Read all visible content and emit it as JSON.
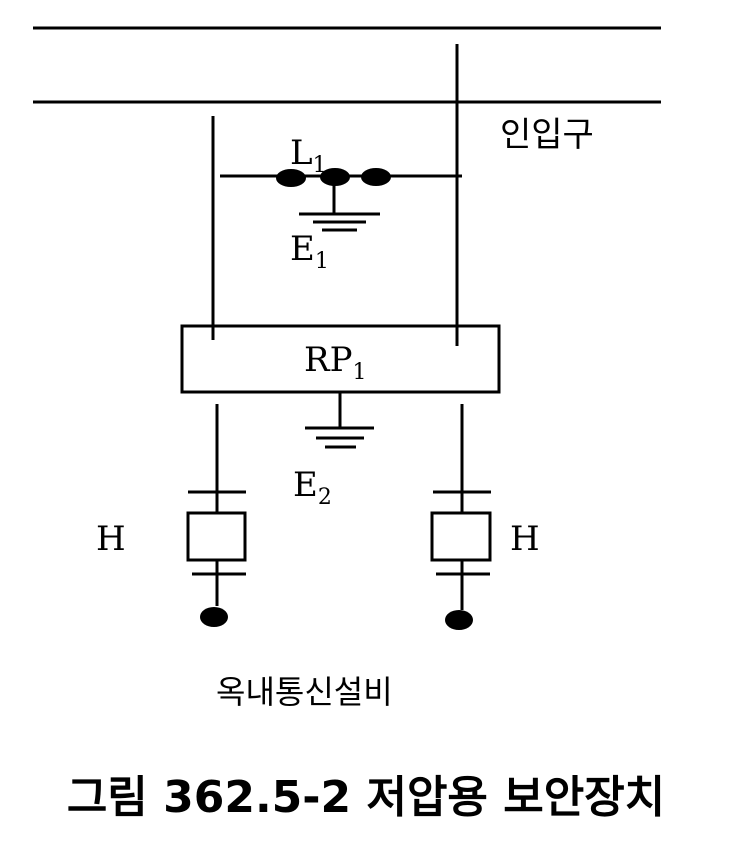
{
  "diagram": {
    "entry_label": "인입구",
    "protector_label": "L",
    "protector_sub": "1",
    "ground1_label": "E",
    "ground1_sub": "1",
    "panel_label": "RP",
    "panel_sub": "1",
    "ground2_label": "E",
    "ground2_sub": "2",
    "left_h_label": "H",
    "right_h_label": "H",
    "equipment_label": "옥내통신설비"
  },
  "caption": {
    "text": "그림 362.5-2 저압용 보안장치"
  }
}
